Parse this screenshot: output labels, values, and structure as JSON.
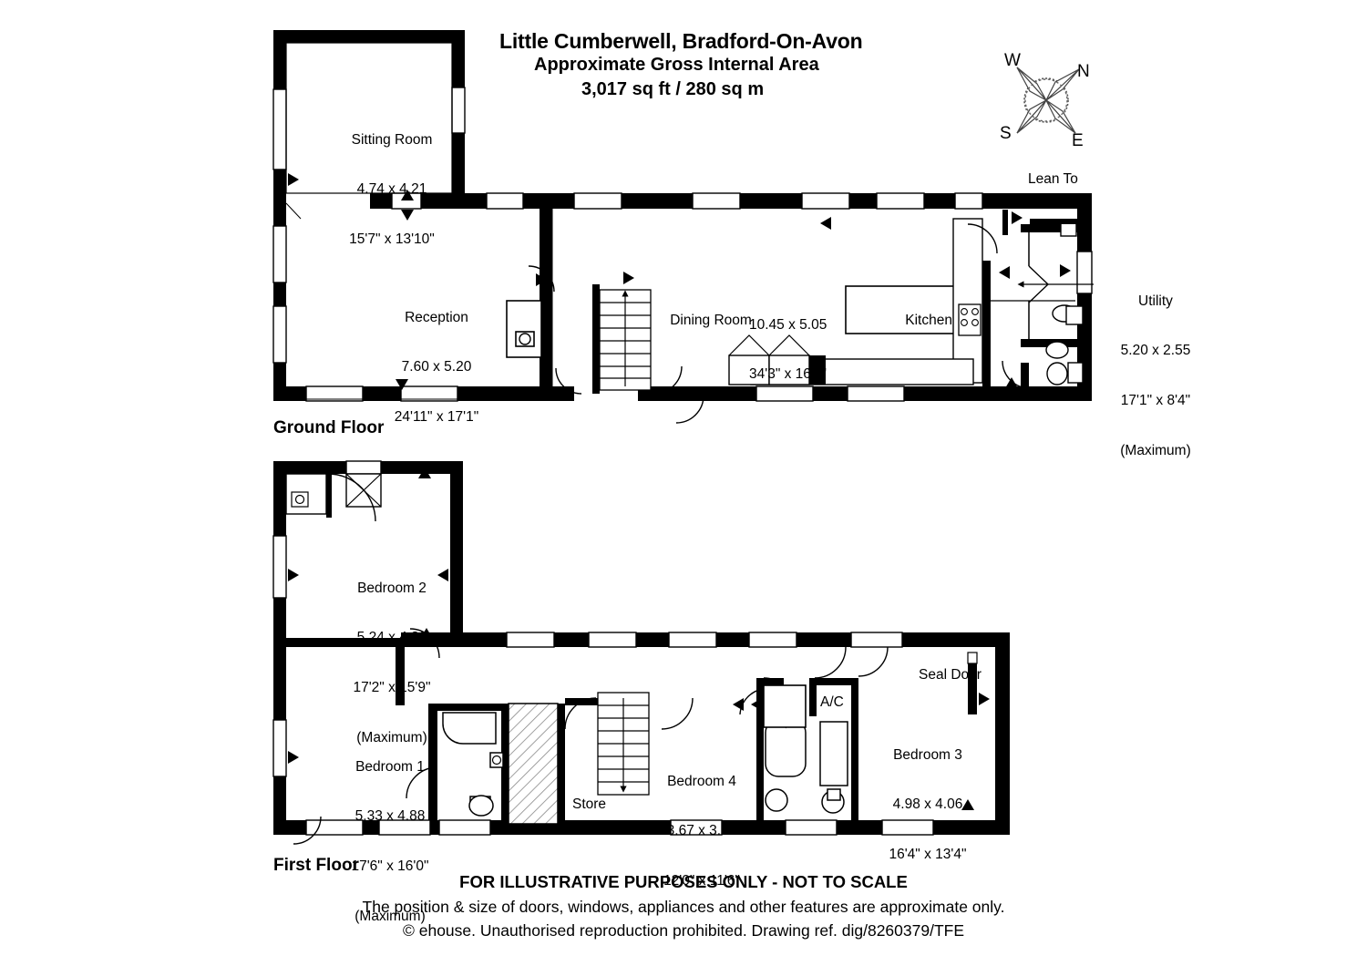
{
  "header": {
    "title": "Little Cumberwell, Bradford-On-Avon",
    "subtitle": "Approximate Gross Internal Area",
    "area": "3,017 sq ft / 280 sq m"
  },
  "compass": {
    "north": "N",
    "south": "S",
    "east": "E",
    "west": "W"
  },
  "floors": [
    {
      "id": "ground",
      "title": "Ground Floor",
      "rooms": [
        {
          "name": "Sitting Room",
          "metric": "4.74 x 4.21",
          "imperial": "15'7\" x 13'10\"",
          "note": ""
        },
        {
          "name": "Reception",
          "metric": "7.60 x 5.20",
          "imperial": "24'11\" x 17'1\"",
          "note": ""
        },
        {
          "name": "Dining Room",
          "metric": "10.45 x 5.05",
          "imperial": "34'3\" x 16'7\"",
          "note": ""
        },
        {
          "name": "Kitchen",
          "metric": "",
          "imperial": "",
          "note": ""
        },
        {
          "name": "Utility",
          "metric": "5.20 x 2.55",
          "imperial": "17'1\" x 8'4\"",
          "note": "(Maximum)"
        }
      ],
      "annotations": [
        {
          "label": "Lean To"
        }
      ]
    },
    {
      "id": "first",
      "title": "First Floor",
      "rooms": [
        {
          "name": "Bedroom 2",
          "metric": "5.24 x 4.80",
          "imperial": "17'2\" x 15'9\"",
          "note": "(Maximum)"
        },
        {
          "name": "Bedroom 1",
          "metric": "5.33 x 4.88",
          "imperial": "17'6\" x 16'0\"",
          "note": "(Maximum)"
        },
        {
          "name": "Bedroom 4",
          "metric": "3.67 x 3.50",
          "imperial": "12'0\" x 11'6\"",
          "note": ""
        },
        {
          "name": "Bedroom 3",
          "metric": "4.98 x 4.06",
          "imperial": "16'4\" x 13'4\"",
          "note": ""
        },
        {
          "name": "Store",
          "metric": "",
          "imperial": "",
          "note": ""
        }
      ],
      "annotations": [
        {
          "label": "Seal Door"
        },
        {
          "label": "A/C"
        }
      ]
    }
  ],
  "footer": {
    "line1": "FOR ILLUSTRATIVE PURPOSES ONLY - NOT TO SCALE",
    "line2": "The position & size of doors, windows, appliances and other features are approximate only.",
    "line3": "© ehouse. Unauthorised reproduction prohibited. Drawing ref. dig/8260379/TFE"
  },
  "colors": {
    "wall": "#000000",
    "background": "#ffffff",
    "line": "#000000",
    "hatch": "#777777"
  }
}
